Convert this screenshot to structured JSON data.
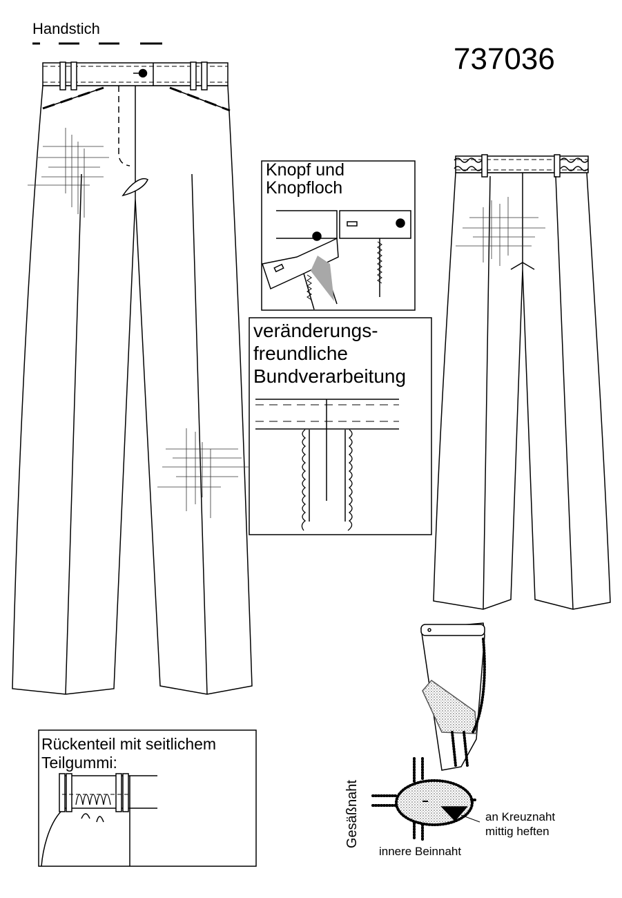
{
  "labels": {
    "handstich": "Handstich",
    "pattern_number": "737036",
    "knopf_und_knopfloch": "Knopf und Knopfloch",
    "bundverarbeitung": "veränderungs-freundliche Bundverarbeitung",
    "rueckenteil": "Rückenteil mit seitlichem Teilgummi:",
    "gesaessnaht": "Gesäßnaht",
    "innere_beinnaht": "innere Beinnaht",
    "kreuznaht": "an Kreuznaht mittig heften"
  },
  "colors": {
    "line": "#000000",
    "background": "#ffffff",
    "fill_gray": "#a8a8a8",
    "stipple": "#bdbdbd"
  }
}
